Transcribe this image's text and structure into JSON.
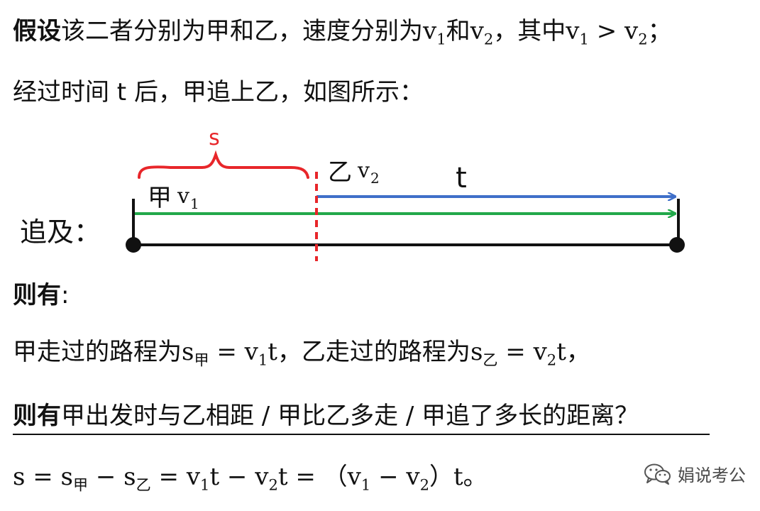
{
  "line1": {
    "lead": "假设",
    "text": "该二者分别为甲和乙，速度分别为",
    "v1": "v",
    "v1_sub": "1",
    "and": "和",
    "v2": "v",
    "v2_sub": "2",
    "rest": "，其中",
    "cmp_v1": "v",
    "cmp_v1_sub": "1",
    "gt": " > ",
    "cmp_v2": "v",
    "cmp_v2_sub": "2",
    "end": "；"
  },
  "line2": {
    "text": "经过时间 t 后，甲追上乙，如图所示："
  },
  "diagram": {
    "label_s": "s",
    "label_jia": "甲",
    "label_jia_v": "v",
    "label_jia_v_sub": "1",
    "label_yi": "乙",
    "label_yi_v": "v",
    "label_yi_v_sub": "2",
    "label_t": "t",
    "label_chase": "追及：",
    "colors": {
      "red": "#e8262a",
      "green": "#22a84a",
      "blue": "#3f6fc9",
      "black": "#111111"
    }
  },
  "line3": {
    "lead": "则有",
    "colon": ":"
  },
  "line4": {
    "text_a": "甲走过的路程为",
    "s_a": "s",
    "s_a_sub": "甲",
    "eq_a": " = v",
    "eq_a_sub": "1",
    "eq_a_t": "t",
    "mid": "，乙走过的路程为",
    "s_b": "s",
    "s_b_sub": "乙",
    "eq_b": " = v",
    "eq_b_sub": "2",
    "eq_b_t": "t",
    "end": "，"
  },
  "line5": {
    "lead": "则有",
    "text": "甲出发时与乙相距 / 甲比乙多走 / 甲追了多长的距离？"
  },
  "line6": {
    "s": "s = s",
    "s_sub1": "甲",
    "minus": " − s",
    "s_sub2": "乙",
    "eq": " = v",
    "eq_sub1": "1",
    "t1": "t − v",
    "eq_sub2": "2",
    "t2": "t = （v",
    "p_sub1": "1",
    "p_minus": " − v",
    "p_sub2": "2",
    "close": "）t。"
  },
  "watermark": {
    "text": "娟说考公",
    "icon": "wechat-icon"
  }
}
